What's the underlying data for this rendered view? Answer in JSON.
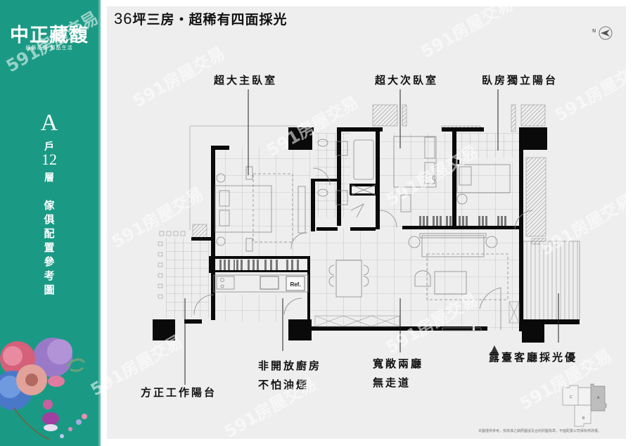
{
  "sidebar": {
    "brand_title": "中正藏馥",
    "brand_subtitle": "綠藝花園 醇品生活",
    "unit_letter": "A",
    "unit_suffix": "戶",
    "floor_number": "12",
    "floor_suffix": "層",
    "description_lines": [
      "傢",
      "俱",
      "配",
      "置",
      "參",
      "考",
      "圖"
    ],
    "accent_color": "#1a9a84"
  },
  "poster": {
    "headline_number": "36",
    "headline_text": "坪三房・超稀有四面採光",
    "compass_label": "N",
    "labels": {
      "master_bedroom": "超大主臥室",
      "second_bedroom": "超大次臥室",
      "bedroom_balcony": "臥房獨立陽台",
      "work_balcony": "方正工作陽台",
      "kitchen_line1": "非開放廚房",
      "kitchen_line2": "不怕油煙",
      "living_line1": "寬敞兩廳",
      "living_line2": "無走道",
      "terrace": "露臺客廳採光優"
    },
    "fridge_label": "Ref.",
    "keyplan": {
      "units": [
        "A",
        "B",
        "C"
      ],
      "highlighted": "A"
    },
    "footnote": "本圖僅供參考，依核准之執照圖說及合約附圖為準，平面配置公司保有修改權。"
  },
  "watermark": {
    "text": "591房屋交易"
  }
}
